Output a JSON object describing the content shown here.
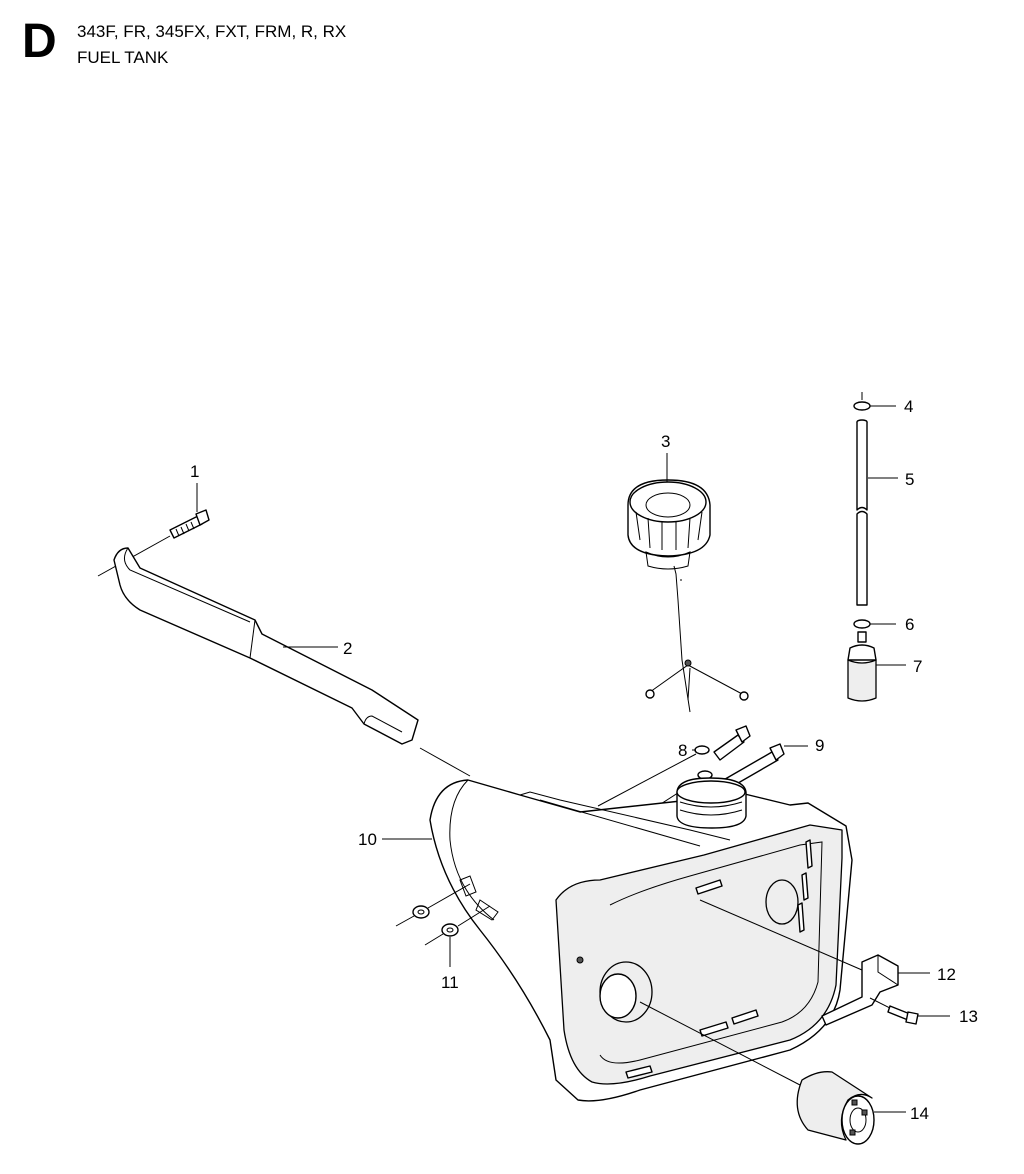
{
  "header": {
    "section_letter": "D",
    "models": "343F, FR, 345FX, FXT, FRM, R, RX",
    "title": "FUEL TANK"
  },
  "callouts": {
    "c1": "1",
    "c2": "2",
    "c3": "3",
    "c4": "4",
    "c5": "5",
    "c6": "6",
    "c7": "7",
    "c8": "8",
    "c9": "9",
    "c10": "10",
    "c11": "11",
    "c12": "12",
    "c13": "13",
    "c14": "14"
  }
}
